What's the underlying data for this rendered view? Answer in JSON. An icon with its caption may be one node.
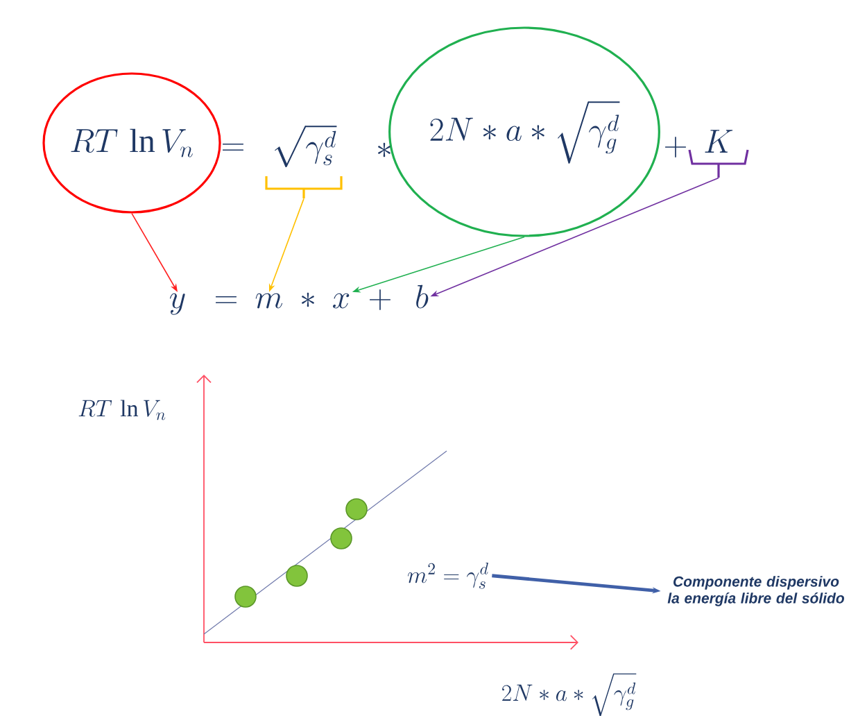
{
  "diagram": {
    "nodes": [
      {
        "text": [
          "RT\\,\\ln V_n"
        ]
      },
      {
        "text": [
          "\\sqrt{\\gamma_s^d}"
        ]
      },
      {
        "text": [
          "2N \\ast a \\ast \\sqrt{\\gamma_g^d}"
        ]
      },
      {
        "text": [
          "K"
        ]
      },
      {
        "text": [
          "y"
        ]
      },
      {
        "text": [
          "m"
        ]
      },
      {
        "text": [
          "x"
        ]
      },
      {
        "text": [
          "b"
        ]
      },
      {
        "text": [
          "m^2 = \\gamma_s^d"
        ]
      },
      {
        "text": [
          "Componente dispersivo la energía libre del sólido"
        ]
      }
    ],
    "edges": [
      {
        "from": 0,
        "to": 4,
        "arrow": "to",
        "color": "#ff2020"
      },
      {
        "from": 1,
        "to": 5,
        "arrow": "to",
        "color": "#ffc000"
      },
      {
        "from": 2,
        "to": 6,
        "arrow": "to",
        "color": "#20b050"
      },
      {
        "from": 3,
        "to": 7,
        "arrow": "to",
        "color": "#7030a0"
      },
      {
        "from": 8,
        "to": 9,
        "arrow": "to",
        "style": "thick",
        "color": "#4060a8"
      }
    ],
    "labels": [
      "=",
      "\\ast",
      "+",
      "=",
      "\\ast",
      "+",
      "RT\\,\\ln V_n",
      "2N \\ast a \\ast \\sqrt{\\gamma_g^d}"
    ]
  }
}
